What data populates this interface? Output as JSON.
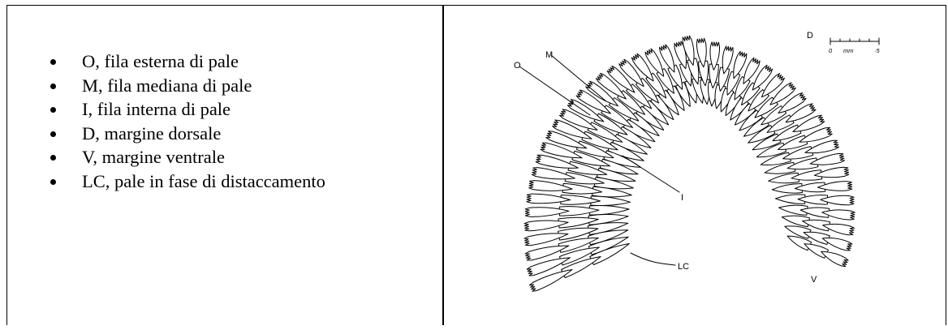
{
  "legend": [
    "O, fila esterna di pale",
    "M, fila mediana di pale",
    "I, fila interna di pale",
    "D, margine dorsale",
    "V, margine ventrale",
    "LC, pale  in fase di distaccamento"
  ],
  "figure": {
    "labels": {
      "o": "O",
      "m": "M",
      "i": "I",
      "d": "D",
      "v": "V",
      "lc": "LC"
    },
    "scale": {
      "start": "0",
      "unit": "mm",
      "end": "·5"
    }
  }
}
